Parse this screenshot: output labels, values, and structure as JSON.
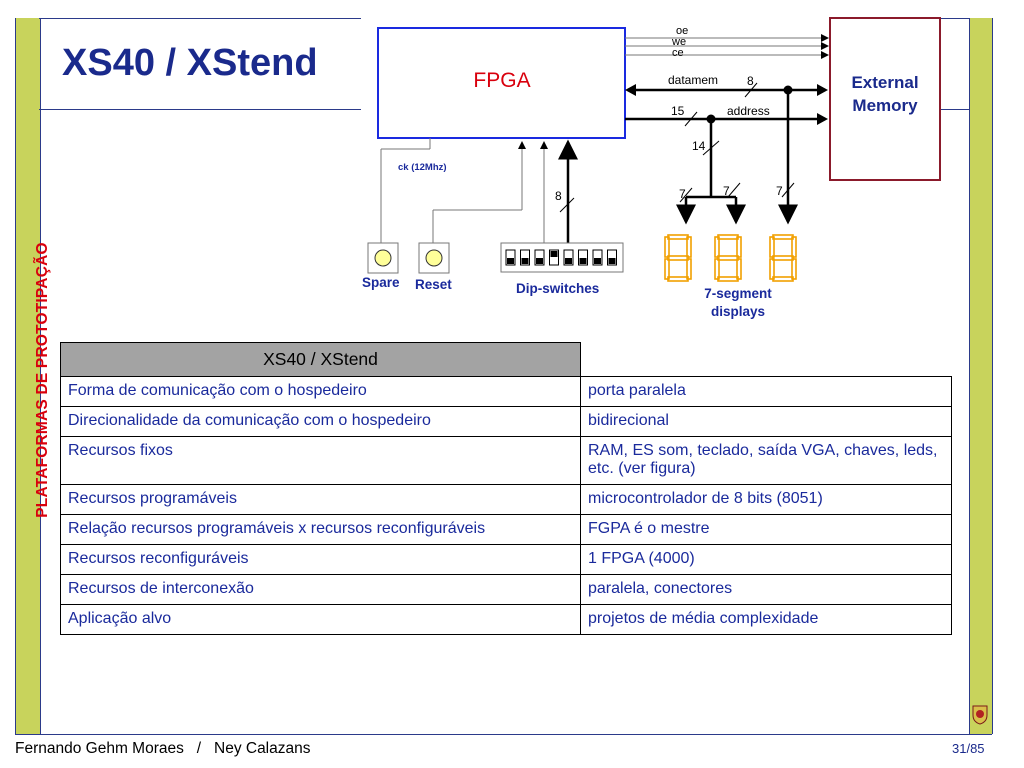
{
  "slide": {
    "title": "XS40 / XStend",
    "side_label": "PLATAFORMAS DE PROTOTIPAÇÃO"
  },
  "diagram": {
    "fpga_label": "FPGA",
    "memory_label_line1": "External",
    "memory_label_line2": "Memory",
    "signals": {
      "oe": "oe",
      "we": "we",
      "ce": "ce",
      "datamem": "datamem",
      "address": "address",
      "clock": "ck (12Mhz)"
    },
    "bus_widths": {
      "datamem": "8",
      "address": "15",
      "address_branch": "14",
      "dip": "8",
      "seg1": "7",
      "seg2": "7",
      "seg3": "7"
    },
    "spare_label": "Spare",
    "reset_label": "Reset",
    "dip_label": "Dip-switches",
    "segment_label_line1": "7-segment",
    "segment_label_line2": "displays",
    "colors": {
      "fpga_text": "#d9000d",
      "memory_text": "#1a2a8c",
      "memory_border": "#8b1a2b",
      "segment": "#f2a000",
      "label_blue": "#1a2a9c"
    }
  },
  "table": {
    "header": "XS40 / XStend",
    "rows": [
      {
        "label": "Forma de comunicação com o hospedeiro",
        "value": "porta paralela"
      },
      {
        "label": "Direcionalidade da comunicação com o hospedeiro",
        "value": "bidirecional"
      },
      {
        "label": "Recursos fixos",
        "value": "RAM, ES som, teclado, saída VGA, chaves, leds, etc. (ver figura)"
      },
      {
        "label": "Recursos programáveis",
        "value": "microcontrolador de 8 bits (8051)"
      },
      {
        "label": "Relação recursos programáveis x recursos reconfiguráveis",
        "value": "FGPA é o mestre"
      },
      {
        "label": "Recursos reconfiguráveis",
        "value": "1 FPGA (4000)"
      },
      {
        "label": "Recursos de interconexão",
        "value": "paralela, conectores"
      },
      {
        "label": "Aplicação alvo",
        "value": "projetos de média complexidade"
      }
    ]
  },
  "footer": {
    "authors": "Fernando Gehm Moraes   /   Ney Calazans",
    "page": "31/85"
  }
}
